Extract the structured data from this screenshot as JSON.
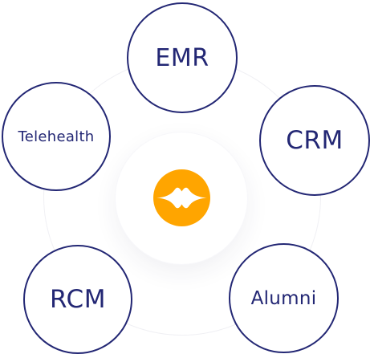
{
  "diagram": {
    "nodes": {
      "emr": "EMR",
      "crm": "CRM",
      "telehealth": "Telehealth",
      "rcm": "RCM",
      "alumni": "Alumni"
    },
    "center_logo": "orange-sparkle-logo-icon"
  },
  "colors": {
    "node_border": "#232774",
    "node_text": "#232774",
    "logo": "#FFA500",
    "ring": "#F0F0F4"
  }
}
